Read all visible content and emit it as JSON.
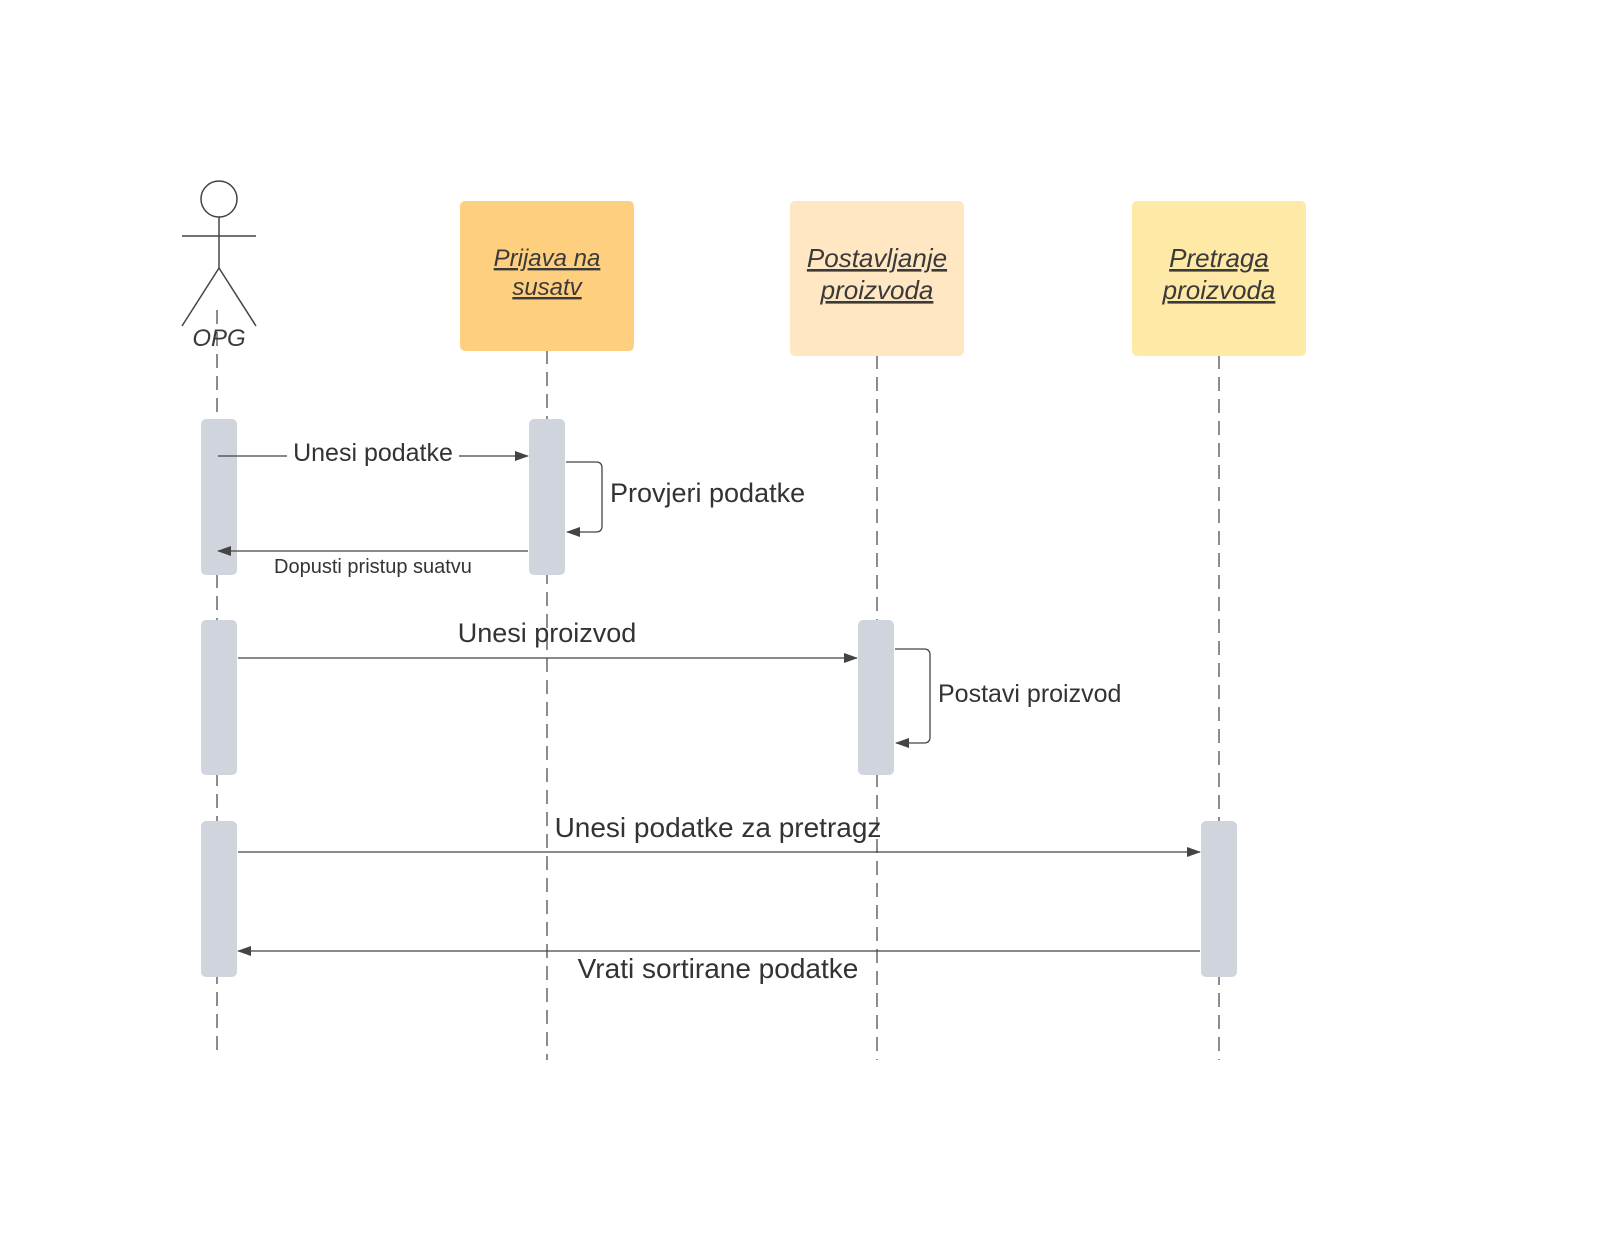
{
  "actor": {
    "name": "OPG"
  },
  "participants": [
    {
      "line1": "Prijava na",
      "line2": "susatv",
      "color": "#fecf7f"
    },
    {
      "line1": "Postavljanje",
      "line2": "proizvoda",
      "color": "#fee7c2"
    },
    {
      "line1": "Pretraga",
      "line2": "proizvoda",
      "color": "#fee9a6"
    }
  ],
  "messages": {
    "m1": "Unesi podatke",
    "m2": "Provjeri podatke",
    "m3": "Dopusti pristup suatvu",
    "m4": "Unesi proizvod",
    "m5": "Postavi proizvod",
    "m6": "Unesi podatke za pretragz",
    "m7": "Vrati sortirane podatke"
  },
  "colors": {
    "activation": "#d0d5dd",
    "line": "#444444"
  }
}
